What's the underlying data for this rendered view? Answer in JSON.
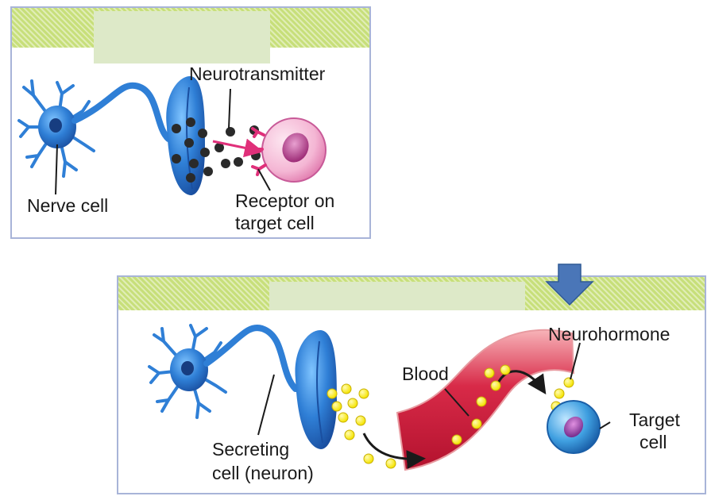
{
  "panel_top": {
    "labels": {
      "neurotransmitter": "Neurotransmitter",
      "nerve_cell": "Nerve cell",
      "receptor_line1": "Receptor on",
      "receptor_line2": "target cell"
    }
  },
  "panel_bottom": {
    "labels": {
      "neurohormone": "Neurohormone",
      "blood": "Blood",
      "secreting_line1": "Secreting",
      "secreting_line2": "cell (neuron)",
      "target_line1": "Target",
      "target_line2": "cell"
    }
  },
  "colors": {
    "neuron_blue": "#2f7fd6",
    "neurotransmitter_dot": "#2a2a2a",
    "receptor_pink": "#e0307a",
    "target_cell_top": "#f4b6d4",
    "blood_red": "#d82a48",
    "neurohormone_yellow": "#f5e400",
    "target_cell_bottom": "#3f9fe0",
    "arrow_blue": "#4a76b8",
    "band_green": "#c7df7a"
  }
}
